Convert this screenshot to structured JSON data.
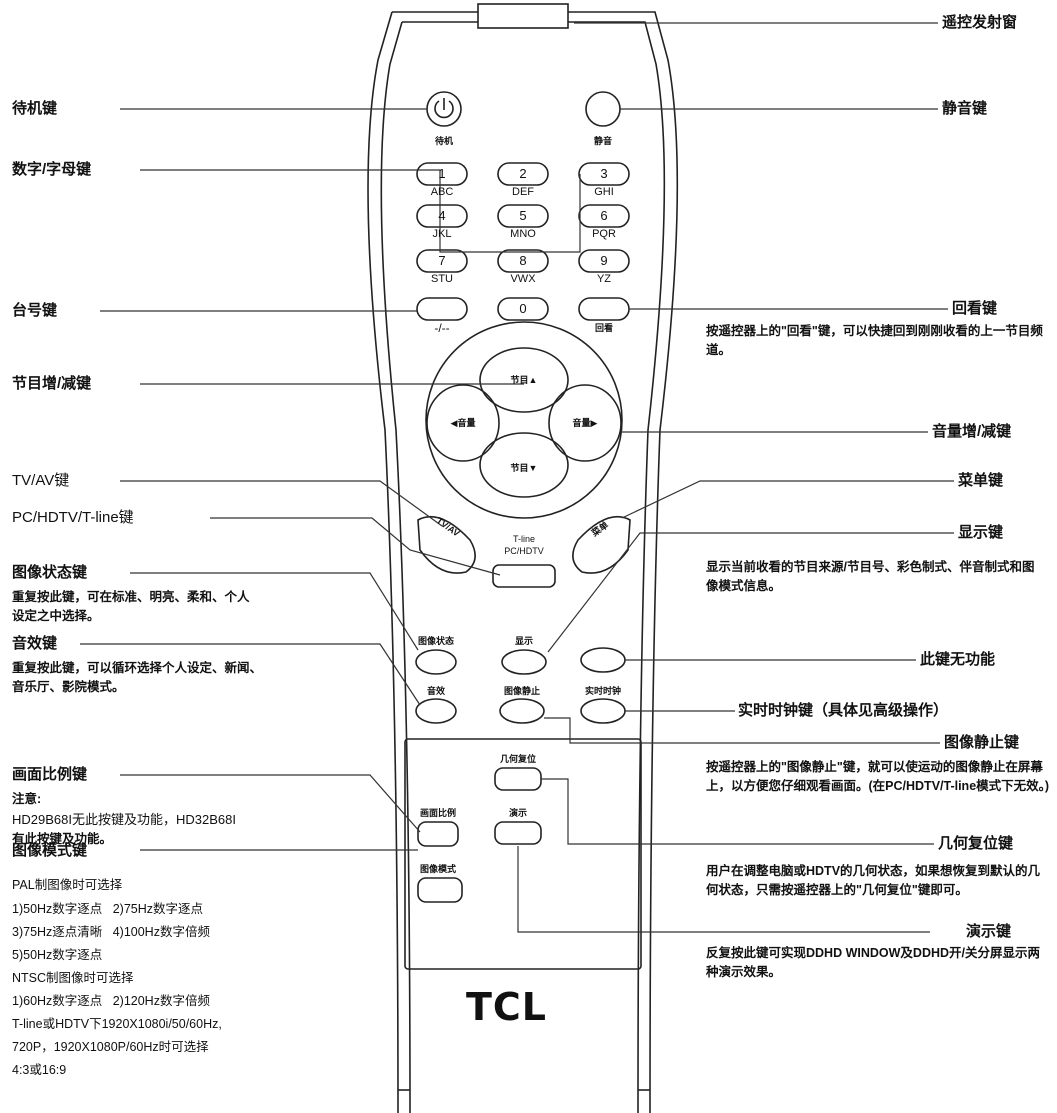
{
  "left_labels": {
    "standby": "待机键",
    "digit": "数字/字母键",
    "channel_num": "台号键",
    "program": "节目增/减键",
    "tvav": "TV/AV键",
    "pchdtv": "PC/HDTV/T-line键",
    "picture_state": "图像状态键",
    "picture_state_desc": "重复按此键，可在标准、明亮、柔和、个人设定之中选择。",
    "sound": "音效键",
    "sound_desc": "重复按此键，可以循环选择个人设定、新闻、音乐厅、影院模式。",
    "aspect": "画面比例键",
    "aspect_note_title": "注意:",
    "aspect_note_a": "HD29B68I无此按键及功能，HD32B68I",
    "aspect_note_b": "有此按键及功能。",
    "picture_mode": "图像模式键",
    "pal_title": "PAL制图像时可选择",
    "pal_line1": "1)50Hz数字逐点   2)75Hz数字逐点",
    "pal_line2": "3)75Hz逐点清晰   4)100Hz数字倍频",
    "pal_line3": "5)50Hz数字逐点",
    "ntsc_title": "NTSC制图像时可选择",
    "ntsc_line1": "1)60Hz数字逐点   2)120Hz数字倍频",
    "tline_line1": "T-line或HDTV下1920X1080i/50/60Hz,",
    "tline_line2": "720P，1920X1080P/60Hz时可选择",
    "tline_line3": "4:3或16:9"
  },
  "right_labels": {
    "ir": "遥控发射窗",
    "mute": "静音键",
    "recall": "回看键",
    "recall_desc": "按遥控器上的\"回看\"键，可以快捷回到刚刚收看的上一节目频道。",
    "volume": "音量增/减键",
    "menu": "菜单键",
    "display": "显示键",
    "display_desc": "显示当前收看的节目来源/节目号、彩色制式、伴音制式和图像模式信息。",
    "no_func": "此键无功能",
    "clock": "实时时钟键（具体见高级操作）",
    "freeze": "图像静止键",
    "freeze_desc": "按遥控器上的\"图像静止\"键，就可以使运动的图像静止在屏幕上，以方便您仔细观看画面。(在PC/HDTV/T-line模式下无效。)",
    "geometry": "几何复位键",
    "geometry_desc": "用户在调整电脑或HDTV的几何状态，如果想恢复到默认的几何状态，只需按遥控器上的\"几何复位\"键即可。",
    "demo": "演示键",
    "demo_desc": "反复按此键可实现DDHD WINDOW及DDHD开/关分屏显示两种演示效果。"
  },
  "remote": {
    "brand": "TCL",
    "power_label": "待机",
    "mute_label": "静音",
    "digits": [
      {
        "d": "1",
        "s": "ABC"
      },
      {
        "d": "2",
        "s": "DEF"
      },
      {
        "d": "3",
        "s": "GHI"
      },
      {
        "d": "4",
        "s": "JKL"
      },
      {
        "d": "5",
        "s": "MNO"
      },
      {
        "d": "6",
        "s": "PQR"
      },
      {
        "d": "7",
        "s": "STU"
      },
      {
        "d": "8",
        "s": "VWX"
      },
      {
        "d": "9",
        "s": "YZ"
      }
    ],
    "dash": "-/--",
    "zero": "0",
    "recall_key": "回看",
    "ch_up": "节目▲",
    "ch_down": "节目▼",
    "vol_down": "◀音量",
    "vol_up": "音量▶",
    "tvav_key": "TV/AV",
    "tline_key": "T-line",
    "pchdtv_key": "PC/HDTV",
    "menu_key": "菜单",
    "picstate_key": "图像状态",
    "display_key": "显示",
    "sound_key": "音效",
    "freeze_key": "图像静止",
    "clock_key": "实时时钟",
    "geometry_key": "几何复位",
    "aspect_key": "画面比例",
    "demo_key": "演示",
    "picmode_key": "图像模式"
  }
}
